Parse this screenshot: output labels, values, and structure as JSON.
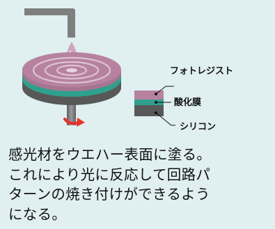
{
  "labels": {
    "photoresist": "フォトレジスト",
    "oxide": "酸化膜",
    "silicon": "シリコン"
  },
  "caption": "感光材をウエハー表面に塗る。\nこれにより光に反応して回路パ\nターンの焼き付けができるよう\nになる。",
  "colors": {
    "background": "#e0eff0",
    "nozzle": "#7f7f7f",
    "photoresist": "#b7829f",
    "oxide": "#2fa08e",
    "silicon": "#585858",
    "rotation_arrow": "#e8322c"
  },
  "icons": [
    "nozzle-icon",
    "droplet-icon",
    "rotation-arrow-icon"
  ]
}
